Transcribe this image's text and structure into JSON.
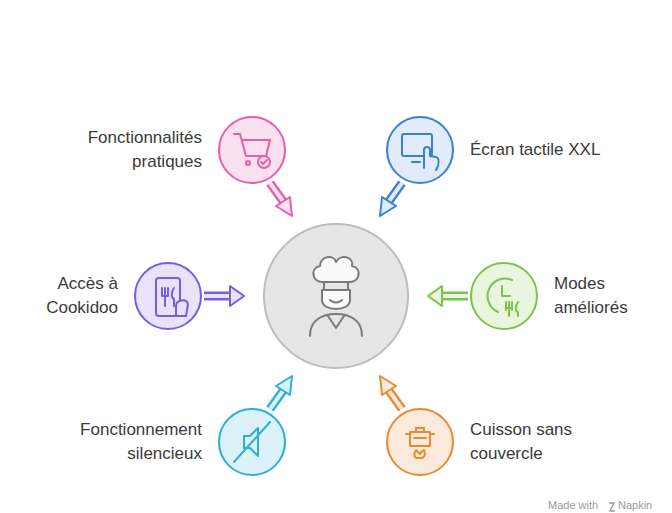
{
  "diagram": {
    "nodes": [
      {
        "text": [
          "Fonctionnalités pratiques"
        ]
      },
      {
        "text": [
          "Écran tactile XXL"
        ]
      },
      {
        "text": [
          "Accès à Cookidoo"
        ]
      },
      {
        "text": [
          "Modes améliorés"
        ]
      },
      {
        "text": [
          "Fonctionnement silencieux"
        ]
      },
      {
        "text": [
          "Cuisson sans couvercle"
        ]
      }
    ],
    "labels": [
      "Made with",
      "Napkin"
    ]
  }
}
